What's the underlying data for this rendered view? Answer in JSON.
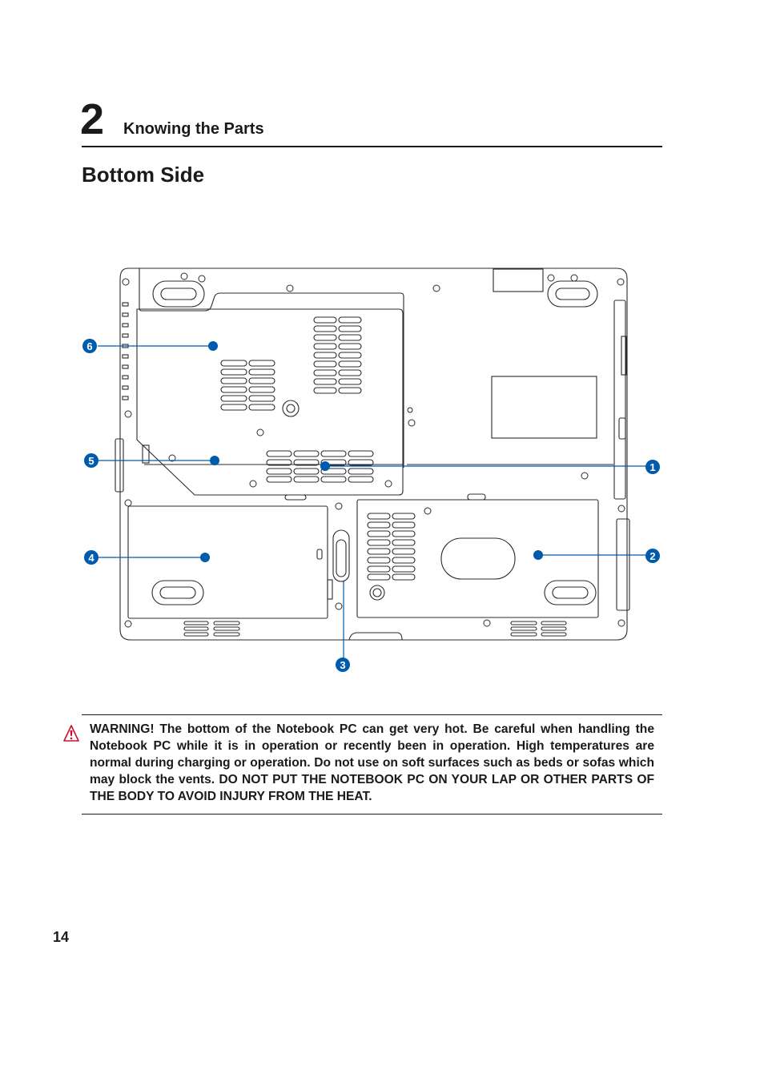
{
  "header": {
    "chapter_number": "2",
    "chapter_title": "Knowing the Parts"
  },
  "section": {
    "title": "Bottom Side"
  },
  "diagram": {
    "callouts": [
      "1",
      "2",
      "3",
      "4",
      "5",
      "6"
    ],
    "accent_color": "#005bac"
  },
  "warning": {
    "text": "WARNING!  The bottom of the Notebook PC can get very hot. Be careful when handling the Notebook PC while it is in operation or recently been in operation. High temperatures are normal during charging or operation. Do not use on soft surfaces such as beds or sofas which may block the vents. DO NOT PUT THE NOTEBOOK PC ON YOUR LAP OR OTHER PARTS OF THE BODY TO AVOID INJURY FROM THE HEAT.",
    "icon": "warning-triangle-icon"
  },
  "footer": {
    "page_number": "14"
  }
}
